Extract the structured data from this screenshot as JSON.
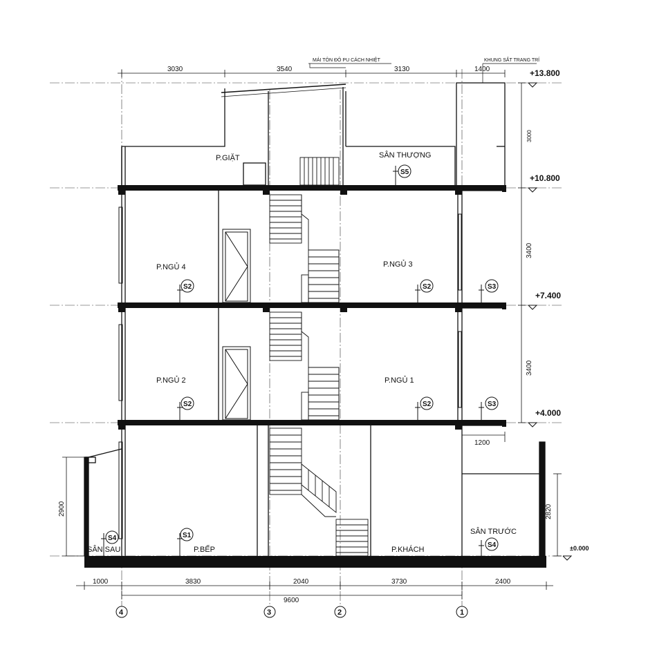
{
  "annotations": {
    "roof_note": "MÁI TÔN ĐÔ PU CÁCH NHIỆT",
    "frame_note": "KHUNG SẮT TRANG TRÍ"
  },
  "dimensions": {
    "top": [
      "3030",
      "3540",
      "3130",
      "1400"
    ],
    "bottom": [
      "1000",
      "3830",
      "2040",
      "3730",
      "2400"
    ],
    "total": "9600",
    "right": [
      "3000",
      "3400",
      "3400"
    ],
    "balcony": "1200",
    "front_wall": "2820",
    "rear_wall": "2900"
  },
  "levels": [
    "+13.800",
    "+10.800",
    "+7.400",
    "+4.000",
    "±0.000"
  ],
  "rooms": {
    "laundry": "P.GIẶT",
    "terrace": "SÂN THƯỢNG",
    "bed4": "P.NGỦ 4",
    "bed3": "P.NGỦ 3",
    "bed2": "P.NGỦ 2",
    "bed1": "P.NGỦ 1",
    "kitchen": "P.BẾP",
    "living": "P.KHÁCH",
    "front_yard": "SÂN TRƯỚC",
    "back_yard": "SÂN SAU"
  },
  "tags": {
    "s1": "S1",
    "s2": "S2",
    "s3": "S3",
    "s4": "S4",
    "s5": "S5"
  },
  "grid_axes": [
    "4",
    "3",
    "2",
    "1"
  ]
}
